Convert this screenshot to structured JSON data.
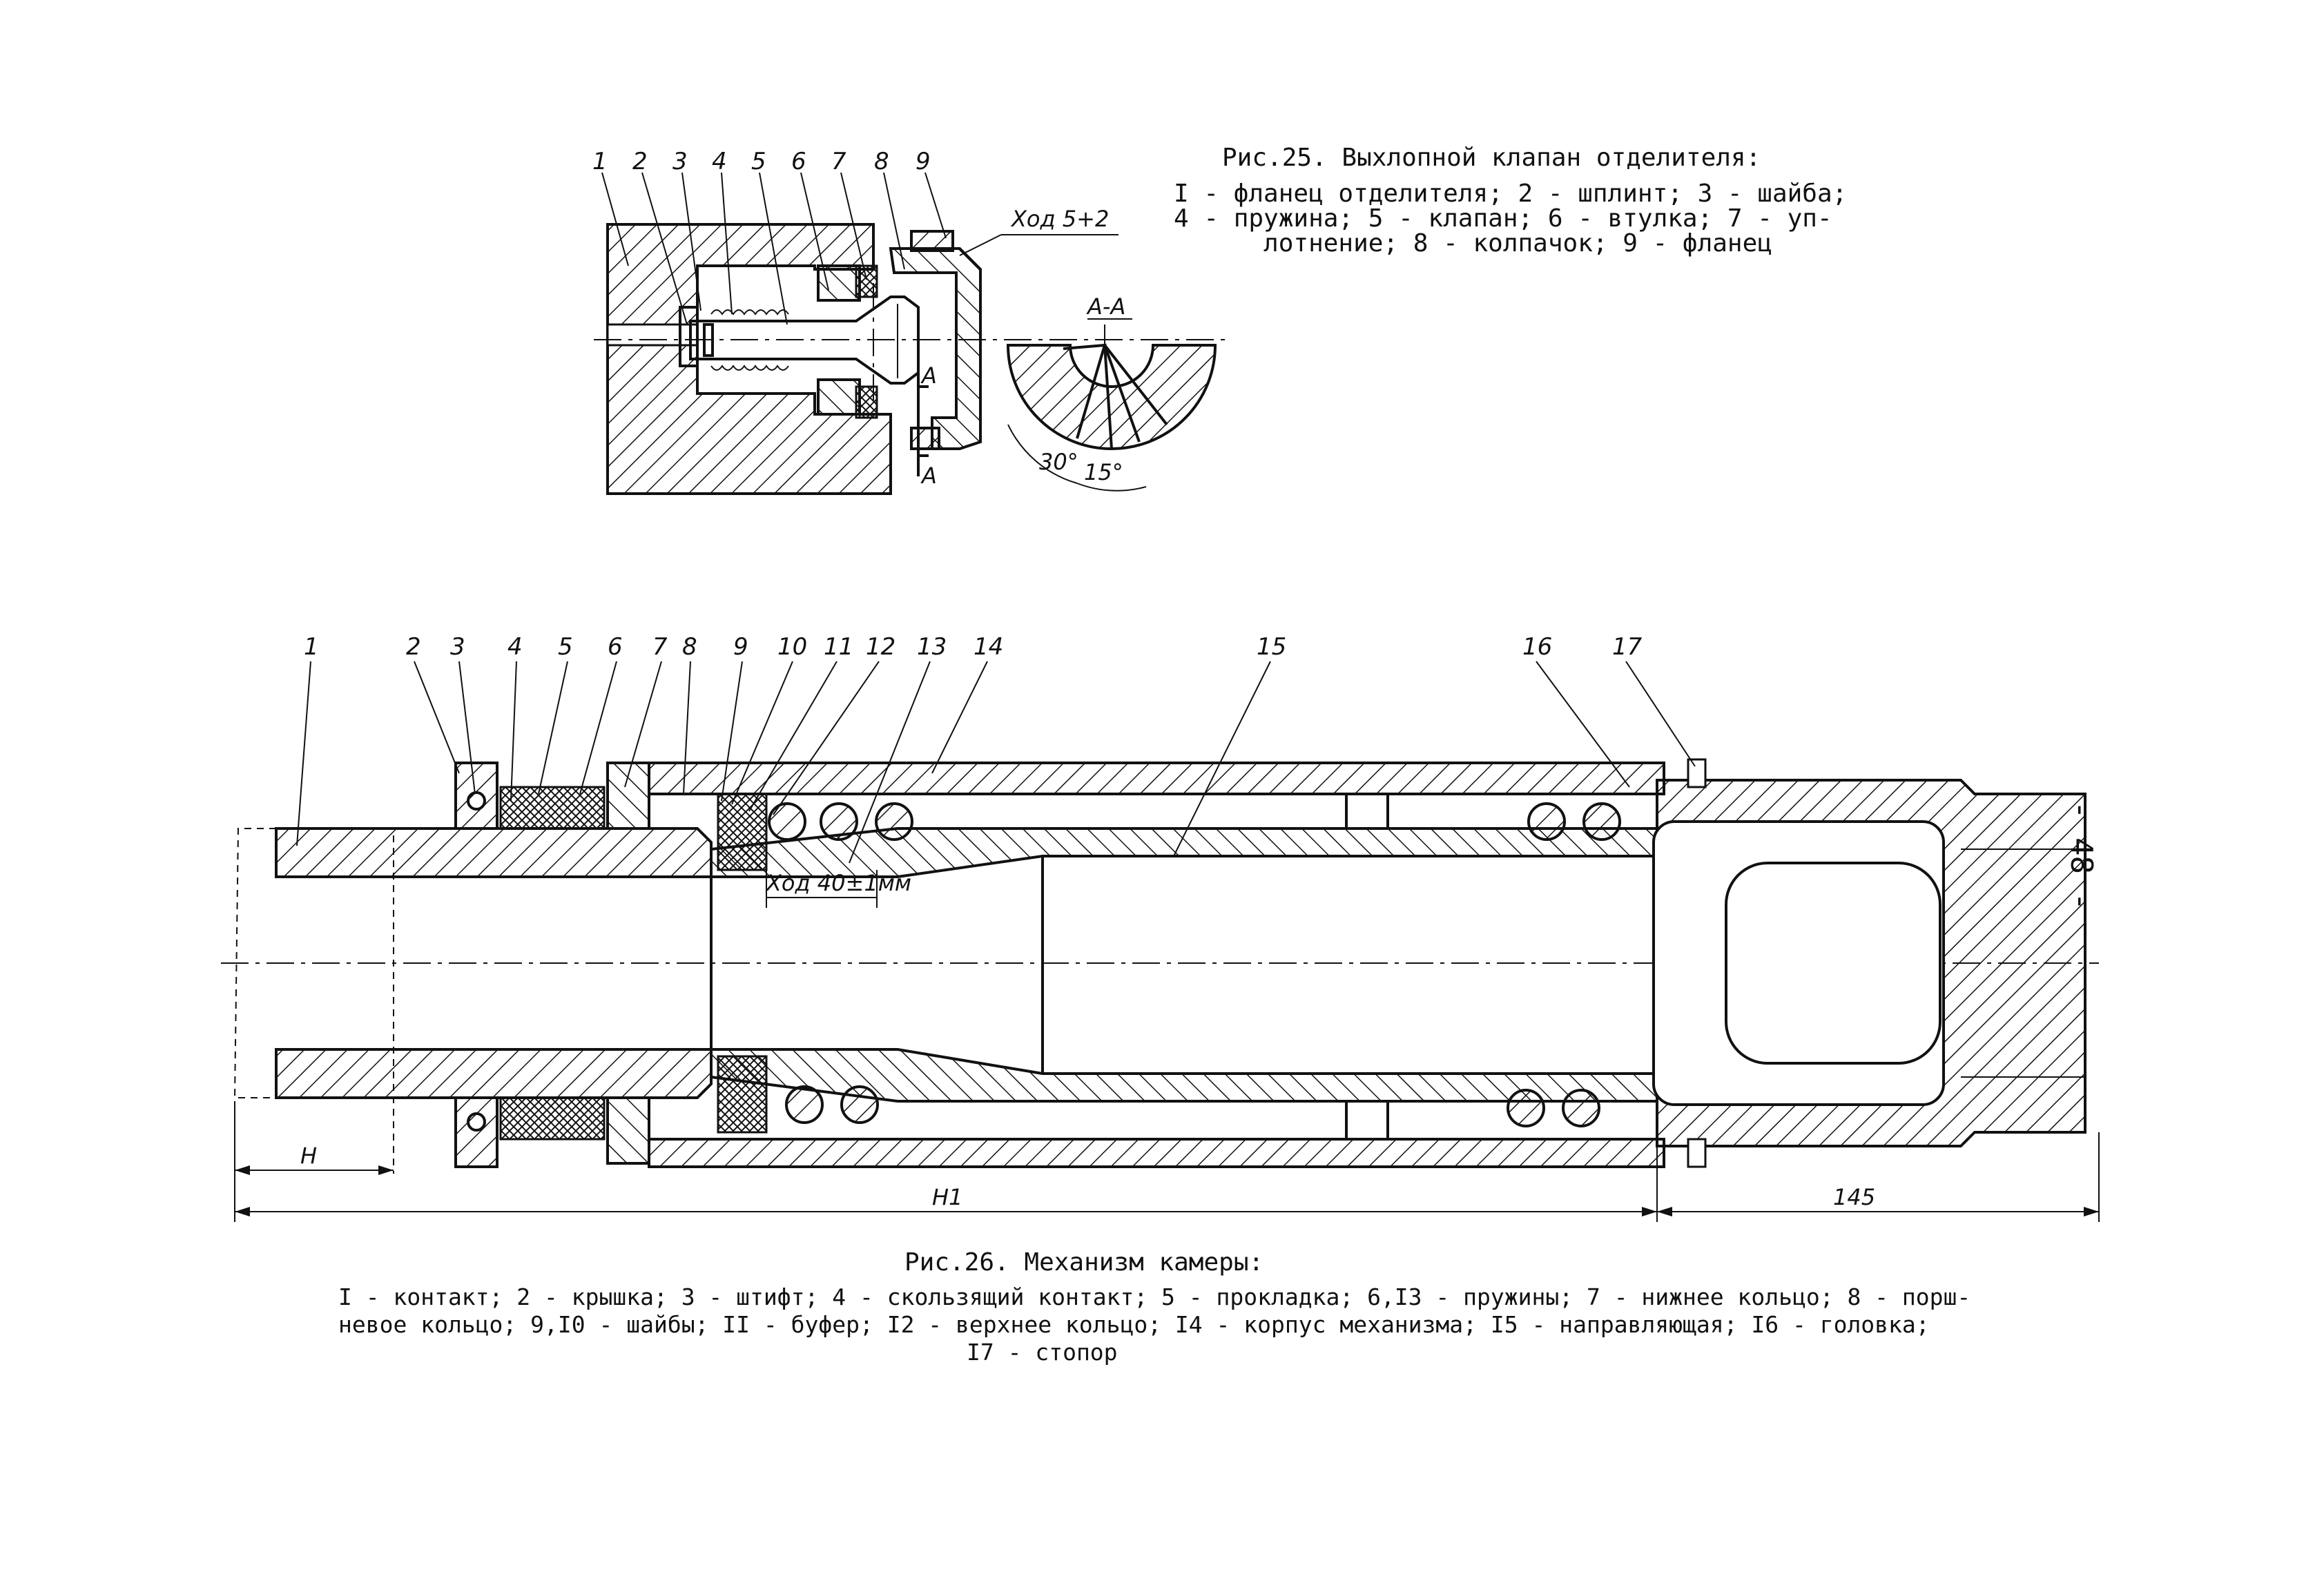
{
  "page_number": "- 48 -",
  "fig25": {
    "caption_title": "Рис.25. Выхлопной клапан отделителя:",
    "legend_lines": [
      "I - фланец отделителя; 2 - шплинт; 3 - шайба;",
      "4 - пружина; 5 - клапан; 6 - втулка; 7 - уп-",
      "      лотнение; 8 - колпачок; 9 - фланец"
    ],
    "callouts": [
      "1",
      "2",
      "3",
      "4",
      "5",
      "6",
      "7",
      "8",
      "9"
    ],
    "stroke_label": "Ход 5+2",
    "section_label": "А-А",
    "section_marks": [
      "А",
      "А"
    ],
    "angles": [
      "30°",
      "15°"
    ]
  },
  "fig26": {
    "caption_title": "Рис.26. Механизм камеры:",
    "legend_lines": [
      "I - контакт; 2 - крышка; 3 - штифт; 4 - скользящий контакт; 5 - прокладка; 6,I3 - пружины; 7 - нижнее кольцо; 8 - порш-",
      "невое кольцо; 9,I0 - шайбы; II - буфер; I2 - верхнее кольцо; I4 - корпус механизма; I5 - направляющая; I6 - головка;",
      "I7 - стопор"
    ],
    "callouts": [
      "1",
      "2",
      "3",
      "4",
      "5",
      "6",
      "7",
      "8",
      "9",
      "10",
      "11",
      "12",
      "13",
      "14",
      "15",
      "16",
      "17"
    ],
    "stroke_label": "Ход 40±1мм",
    "dimensions": {
      "h": "Н",
      "h1": "Н1",
      "length": "145"
    }
  }
}
